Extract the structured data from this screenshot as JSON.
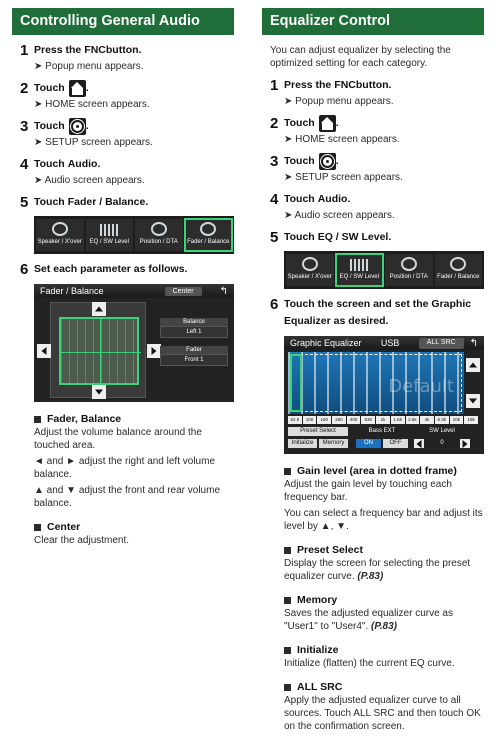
{
  "left": {
    "header": "Controlling General Audio",
    "steps": [
      {
        "num": "1",
        "pre": "Press the ",
        "key": "FNC",
        "post": " button.",
        "result": "➤ Popup menu appears."
      },
      {
        "num": "2",
        "pre": "Touch ",
        "icon": "home-icon",
        "post": ".",
        "result": "➤ HOME screen appears."
      },
      {
        "num": "3",
        "pre": "Touch ",
        "icon": "setup-icon",
        "post": ".",
        "result": "➤ SETUP screen appears."
      },
      {
        "num": "4",
        "pre": "Touch ",
        "key": "Audio",
        "post": ".",
        "result": "➤ Audio screen appears."
      },
      {
        "num": "5",
        "pre": "Touch ",
        "key": "Fader / Balance",
        "post": ".",
        "result": ""
      },
      {
        "num": "6",
        "pre": "Set each parameter as follows.",
        "result": ""
      }
    ],
    "tiles": [
      "Speaker / X'over",
      "EQ / SW Level",
      "Position / DTA",
      "Fader / Balance"
    ],
    "fader_screen": {
      "title": "Fader / Balance",
      "center_btn": "Center",
      "balance_label": "Balance",
      "balance_value": "Left 1",
      "fader_label": "Fader",
      "fader_value": "Front 1"
    },
    "sections": [
      {
        "title": "Fader, Balance",
        "lines": [
          "Adjust the volume balance around the touched area.",
          "◄ and ► adjust the right and left volume balance.",
          "▲ and ▼ adjust the front and rear volume balance."
        ]
      },
      {
        "title": "Center",
        "lines": [
          "Clear the adjustment."
        ]
      }
    ]
  },
  "right": {
    "header": "Equalizer Control",
    "intro": "You can adjust equalizer by selecting the optimized setting for each category.",
    "steps": [
      {
        "num": "1",
        "pre": "Press the ",
        "key": "FNC",
        "post": " button.",
        "result": "➤ Popup menu appears."
      },
      {
        "num": "2",
        "pre": "Touch ",
        "icon": "home-icon",
        "post": ".",
        "result": "➤ HOME screen appears."
      },
      {
        "num": "3",
        "pre": "Touch ",
        "icon": "setup-icon",
        "post": ".",
        "result": "➤ SETUP screen appears."
      },
      {
        "num": "4",
        "pre": "Touch ",
        "key": "Audio",
        "post": ".",
        "result": "➤ Audio screen appears."
      },
      {
        "num": "5",
        "pre": "Touch ",
        "key": "EQ / SW Level",
        "post": ".",
        "result": ""
      },
      {
        "num": "6",
        "pre": "Touch the screen and set the Graphic Equalizer as desired.",
        "result": ""
      }
    ],
    "tiles": [
      "Speaker / X'over",
      "EQ / SW Level",
      "Position / DTA",
      "Fader / Balance"
    ],
    "eq_screen": {
      "title": "Graphic Equalizer",
      "source": "USB",
      "all_src": "ALL SRC",
      "preset_label": "Default",
      "freqs": [
        "62.5",
        "100",
        "160",
        "250",
        "400",
        "630",
        "1k",
        "1.6k",
        "2.5k",
        "4k",
        "6.3k",
        "10k",
        "16k"
      ],
      "preset_select": "Preset Select",
      "initialize": "Initialize",
      "memory": "Memory",
      "bass_ext": "Bass EXT",
      "on": "ON",
      "off": "OFF",
      "sw_level": "SW Level",
      "sw_value": "0"
    },
    "sections": [
      {
        "title": "Gain level (area in dotted frame)",
        "lines": [
          "Adjust the gain level by touching each frequency bar.",
          "You can select a frequency bar and adjust its level by ▲, ▼."
        ]
      },
      {
        "title": "Preset Select",
        "lines": [
          "Display the screen for selecting the preset equalizer curve."
        ],
        "ref": "(P.83)"
      },
      {
        "title": "Memory",
        "lines": [
          "Saves the adjusted equalizer curve as \"User1\" to \"User4\"."
        ],
        "ref": "(P.83)"
      },
      {
        "title": "Initialize",
        "lines": [
          "Initialize (flatten) the current EQ curve."
        ]
      },
      {
        "title": "ALL SRC",
        "lines": [
          "Apply the adjusted equalizer curve to all sources. Touch ALL SRC and then touch OK on the confirmation screen."
        ]
      }
    ]
  }
}
